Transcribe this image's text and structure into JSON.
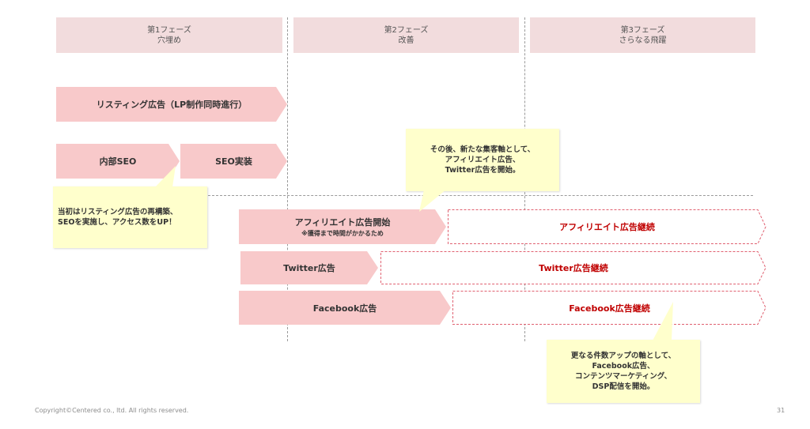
{
  "phases": [
    {
      "title": "第1フェーズ",
      "subtitle": "穴埋め"
    },
    {
      "title": "第2フェーズ",
      "subtitle": "改善"
    },
    {
      "title": "第3フェーズ",
      "subtitle": "さらなる飛躍"
    }
  ],
  "arrows": {
    "listing": "リスティング広告（LP制作同時進行）",
    "internal_seo": "内部SEO",
    "seo_impl": "SEO実装",
    "affiliate_start": "アフィリエイト広告開始",
    "affiliate_start_note": "※獲得まで時間がかかるため",
    "affiliate_continue": "アフィリエイト広告継続",
    "twitter": "Twitter広告",
    "twitter_continue": "Twitter広告継続",
    "facebook": "Facebook広告",
    "facebook_continue": "Facebook広告継続"
  },
  "notes": {
    "phase1": [
      "当初はリスティング広告の再構築、",
      "SEOを実施し、アクセス数をUP！"
    ],
    "phase2": [
      "その後、新たな集客軸として、",
      "アフィリエイト広告、",
      "Twitter広告を開始。"
    ],
    "phase3": [
      "更なる件数アップの軸として、",
      "Facebook広告、",
      "コンテンツマーケティング、",
      "DSP配信を開始。"
    ]
  },
  "footer": {
    "copyright": "Copyright©Centered co., ltd. All rights reserved.",
    "page_number": "31"
  },
  "colors": {
    "phase_header": "#f2dcdd",
    "arrow_fill": "#f8c9ca",
    "continue_text": "#c00000",
    "continue_border": "#e06070",
    "note_fill": "#ffffcc"
  }
}
